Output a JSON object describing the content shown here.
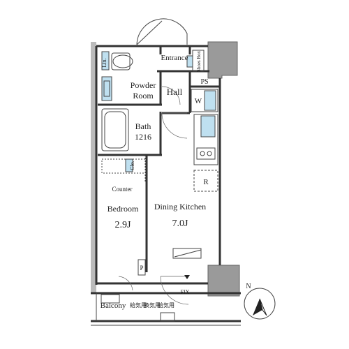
{
  "rooms": {
    "entrance": "Entrance",
    "shoes_box": "Shoes Box",
    "lin": "Lin.",
    "powder_room_line1": "Powder",
    "powder_room_line2": "Room",
    "hall": "Hall",
    "ps": "PS",
    "w": "W",
    "bath_line1": "Bath",
    "bath_line2": "1216",
    "clo": "Clo.",
    "r": "R",
    "counter": "Counter",
    "bedroom": "Bedroom",
    "bedroom_size": "2.9J",
    "dining_kitchen": "Dining Kitchen",
    "dining_kitchen_size": "7.0J",
    "p": "P",
    "balcony": "Balcony",
    "fix": "FIX",
    "vent_1": "給気用",
    "vent_2": "換気用",
    "vent_3": "給気用"
  },
  "compass": {
    "label": "N"
  },
  "colors": {
    "wall": "#333333",
    "fixture_blue": "#bfe0f0",
    "pillar_grey": "#9a9a9a"
  }
}
